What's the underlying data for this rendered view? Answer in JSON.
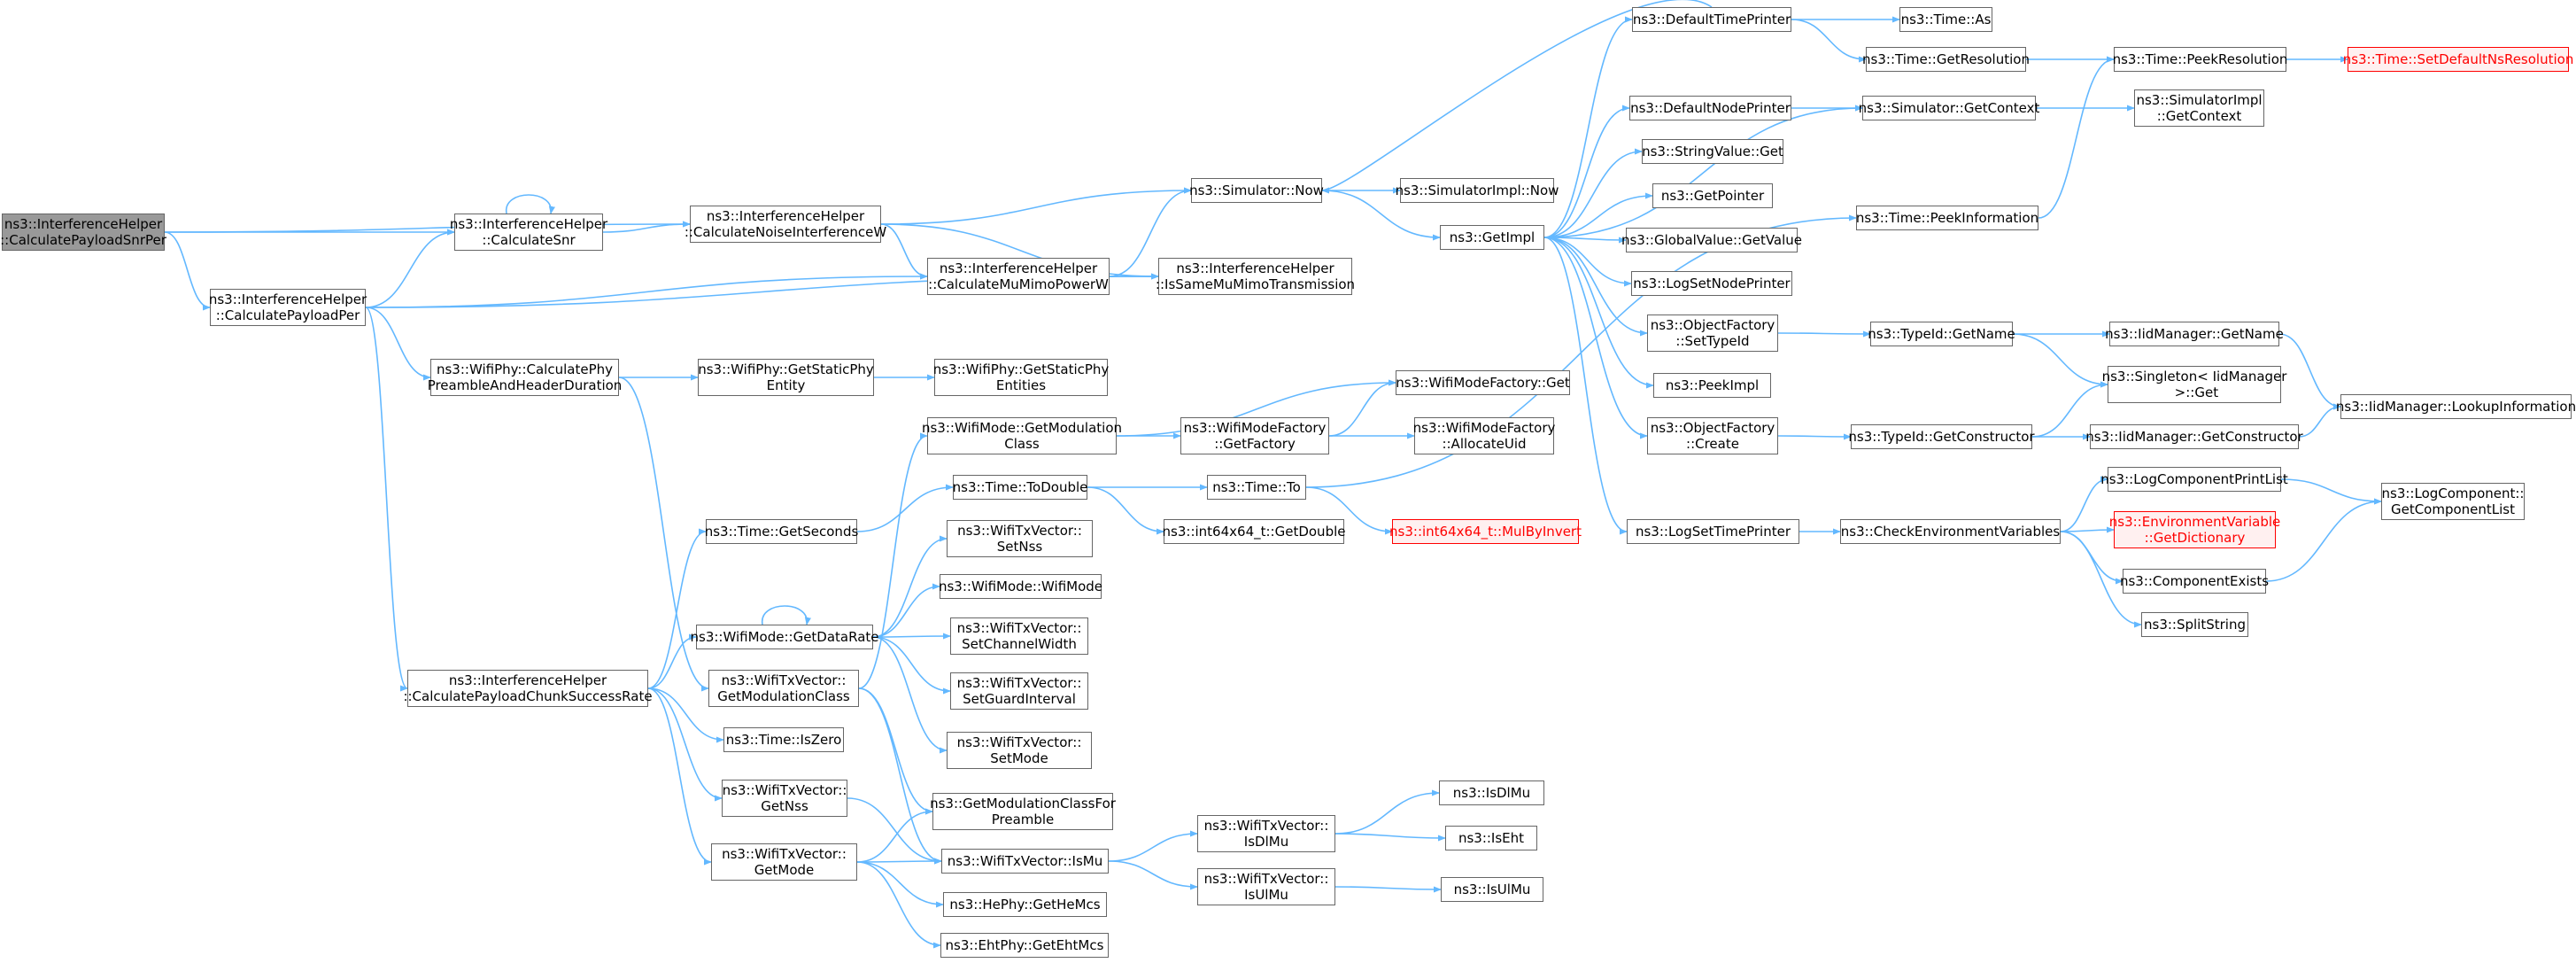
{
  "graph": {
    "colors": {
      "edge": "#63b8ff",
      "node_border": "#666666",
      "root_fill": "#999999",
      "truncated_border": "#ff0000",
      "truncated_text": "#ff0000"
    },
    "nodes": [
      {
        "id": "root",
        "label": "ns3::InterferenceHelper\n::CalculatePayloadSnrPer",
        "style": "root"
      },
      {
        "id": "calcPer",
        "label": "ns3::InterferenceHelper\n::CalculatePayloadPer"
      },
      {
        "id": "calcSnr",
        "label": "ns3::InterferenceHelper\n::CalculateSnr"
      },
      {
        "id": "calcNoise",
        "label": "ns3::InterferenceHelper\n::CalculateNoiseInterferenceW"
      },
      {
        "id": "calcMuMimo",
        "label": "ns3::InterferenceHelper\n::CalculateMuMimoPowerW"
      },
      {
        "id": "isSameMuMimo",
        "label": "ns3::InterferenceHelper\n::IsSameMuMimoTransmission"
      },
      {
        "id": "simNow",
        "label": "ns3::Simulator::Now"
      },
      {
        "id": "simImplNow",
        "label": "ns3::SimulatorImpl::Now"
      },
      {
        "id": "getImpl",
        "label": "ns3::GetImpl"
      },
      {
        "id": "defTimePrinter",
        "label": "ns3::DefaultTimePrinter"
      },
      {
        "id": "timeAs",
        "label": "ns3::Time::As"
      },
      {
        "id": "timeGetRes",
        "label": "ns3::Time::GetResolution"
      },
      {
        "id": "timePeekRes",
        "label": "ns3::Time::PeekResolution"
      },
      {
        "id": "timeSetDef",
        "label": "ns3::Time::SetDefaultNsResolution",
        "style": "red"
      },
      {
        "id": "defNodePrinter",
        "label": "ns3::DefaultNodePrinter"
      },
      {
        "id": "simGetContext",
        "label": "ns3::Simulator::GetContext"
      },
      {
        "id": "simImplGetContext",
        "label": "ns3::SimulatorImpl\n::GetContext"
      },
      {
        "id": "stringValueGet",
        "label": "ns3::StringValue::Get"
      },
      {
        "id": "getPointer",
        "label": "ns3::GetPointer"
      },
      {
        "id": "globalValueGet",
        "label": "ns3::GlobalValue::GetValue"
      },
      {
        "id": "logSetNodePrinter",
        "label": "ns3::LogSetNodePrinter"
      },
      {
        "id": "timePeekInfo",
        "label": "ns3::Time::PeekInformation"
      },
      {
        "id": "objFactSetTypeId",
        "label": "ns3::ObjectFactory\n::SetTypeId"
      },
      {
        "id": "typeIdGetName",
        "label": "ns3::TypeId::GetName"
      },
      {
        "id": "iidGetName",
        "label": "ns3::IidManager::GetName"
      },
      {
        "id": "singletonGet",
        "label": "ns3::Singleton< IidManager\n >::Get"
      },
      {
        "id": "iidLookup",
        "label": "ns3::IidManager::LookupInformation"
      },
      {
        "id": "peekImpl",
        "label": "ns3::PeekImpl"
      },
      {
        "id": "objFactCreate",
        "label": "ns3::ObjectFactory\n::Create"
      },
      {
        "id": "typeIdGetCtor",
        "label": "ns3::TypeId::GetConstructor"
      },
      {
        "id": "iidGetCtor",
        "label": "ns3::IidManager::GetConstructor"
      },
      {
        "id": "logSetTimePrinter",
        "label": "ns3::LogSetTimePrinter"
      },
      {
        "id": "checkEnvVars",
        "label": "ns3::CheckEnvironmentVariables"
      },
      {
        "id": "logCompPrintList",
        "label": "ns3::LogComponentPrintList"
      },
      {
        "id": "logCompGetList",
        "label": "ns3::LogComponent::\nGetComponentList"
      },
      {
        "id": "envVarGetDict",
        "label": "ns3::EnvironmentVariable\n::GetDictionary",
        "style": "red"
      },
      {
        "id": "compExists",
        "label": "ns3::ComponentExists"
      },
      {
        "id": "splitString",
        "label": "ns3::SplitString"
      },
      {
        "id": "calcPreamble",
        "label": "ns3::WifiPhy::CalculatePhy\nPreambleAndHeaderDuration"
      },
      {
        "id": "getStaticPhyEntity",
        "label": "ns3::WifiPhy::GetStaticPhy\nEntity"
      },
      {
        "id": "getStaticPhyEntities",
        "label": "ns3::WifiPhy::GetStaticPhy\nEntities"
      },
      {
        "id": "modeGetModClass",
        "label": "ns3::WifiMode::GetModulation\nClass"
      },
      {
        "id": "modeFactGetFactory",
        "label": "ns3::WifiModeFactory\n::GetFactory"
      },
      {
        "id": "modeFactGet",
        "label": "ns3::WifiModeFactory::Get"
      },
      {
        "id": "modeFactAlloc",
        "label": "ns3::WifiModeFactory\n::AllocateUid"
      },
      {
        "id": "timeGetSeconds",
        "label": "ns3::Time::GetSeconds"
      },
      {
        "id": "timeToDouble",
        "label": "ns3::Time::ToDouble"
      },
      {
        "id": "timeTo",
        "label": "ns3::Time::To"
      },
      {
        "id": "int64GetDouble",
        "label": "ns3::int64x64_t::GetDouble"
      },
      {
        "id": "int64MulByInvert",
        "label": "ns3::int64x64_t::MulByInvert",
        "style": "red"
      },
      {
        "id": "txSetNss",
        "label": "ns3::WifiTxVector::\nSetNss"
      },
      {
        "id": "modeWifiMode",
        "label": "ns3::WifiMode::WifiMode"
      },
      {
        "id": "modeGetDataRate",
        "label": "ns3::WifiMode::GetDataRate"
      },
      {
        "id": "txSetChWidth",
        "label": "ns3::WifiTxVector::\nSetChannelWidth"
      },
      {
        "id": "txSetGuard",
        "label": "ns3::WifiTxVector::\nSetGuardInterval"
      },
      {
        "id": "txSetMode",
        "label": "ns3::WifiTxVector::\nSetMode"
      },
      {
        "id": "chunkSuccess",
        "label": "ns3::InterferenceHelper\n::CalculatePayloadChunkSuccessRate"
      },
      {
        "id": "txGetModClass",
        "label": "ns3::WifiTxVector::\nGetModulationClass"
      },
      {
        "id": "timeIsZero",
        "label": "ns3::Time::IsZero"
      },
      {
        "id": "txGetNss",
        "label": "ns3::WifiTxVector::\nGetNss"
      },
      {
        "id": "getModClassPreamble",
        "label": "ns3::GetModulationClassFor\nPreamble"
      },
      {
        "id": "txGetMode",
        "label": "ns3::WifiTxVector::\nGetMode"
      },
      {
        "id": "txIsMu",
        "label": "ns3::WifiTxVector::IsMu"
      },
      {
        "id": "txIsDlMu",
        "label": "ns3::WifiTxVector::\nIsDlMu"
      },
      {
        "id": "isDlMu",
        "label": "ns3::IsDlMu"
      },
      {
        "id": "isEht",
        "label": "ns3::IsEht"
      },
      {
        "id": "txIsUlMu",
        "label": "ns3::WifiTxVector::\nIsUlMu"
      },
      {
        "id": "isUlMu",
        "label": "ns3::IsUlMu"
      },
      {
        "id": "hePhyGetHeMcs",
        "label": "ns3::HePhy::GetHeMcs"
      },
      {
        "id": "ehtPhyGetEhtMcs",
        "label": "ns3::EhtPhy::GetEhtMcs"
      }
    ],
    "edges": [
      [
        "root",
        "calcPer"
      ],
      [
        "root",
        "calcSnr"
      ],
      [
        "root",
        "calcNoise"
      ],
      [
        "calcSnr",
        "calcSnr"
      ],
      [
        "calcSnr",
        "calcNoise"
      ],
      [
        "calcNoise",
        "simNow"
      ],
      [
        "calcNoise",
        "calcMuMimo"
      ],
      [
        "calcNoise",
        "isSameMuMimo"
      ],
      [
        "calcMuMimo",
        "simNow"
      ],
      [
        "calcMuMimo",
        "isSameMuMimo"
      ],
      [
        "calcPer",
        "calcSnr"
      ],
      [
        "calcPer",
        "calcMuMimo"
      ],
      [
        "calcPer",
        "isSameMuMimo"
      ],
      [
        "calcPer",
        "calcPreamble"
      ],
      [
        "calcPer",
        "chunkSuccess"
      ],
      [
        "simNow",
        "simImplNow"
      ],
      [
        "simNow",
        "getImpl"
      ],
      [
        "getImpl",
        "defTimePrinter"
      ],
      [
        "getImpl",
        "defNodePrinter"
      ],
      [
        "getImpl",
        "stringValueGet"
      ],
      [
        "getImpl",
        "getPointer"
      ],
      [
        "getImpl",
        "globalValueGet"
      ],
      [
        "getImpl",
        "logSetNodePrinter"
      ],
      [
        "getImpl",
        "objFactSetTypeId"
      ],
      [
        "getImpl",
        "peekImpl"
      ],
      [
        "getImpl",
        "objFactCreate"
      ],
      [
        "getImpl",
        "logSetTimePrinter"
      ],
      [
        "getImpl",
        "simGetContext"
      ],
      [
        "defTimePrinter",
        "timeAs"
      ],
      [
        "defTimePrinter",
        "timeGetRes"
      ],
      [
        "defTimePrinter",
        "simNow"
      ],
      [
        "timeGetRes",
        "timePeekRes"
      ],
      [
        "timePeekRes",
        "timeSetDef"
      ],
      [
        "defNodePrinter",
        "simGetContext"
      ],
      [
        "simGetContext",
        "simImplGetContext"
      ],
      [
        "objFactSetTypeId",
        "typeIdGetName"
      ],
      [
        "typeIdGetName",
        "iidGetName"
      ],
      [
        "typeIdGetName",
        "singletonGet"
      ],
      [
        "iidGetName",
        "iidLookup"
      ],
      [
        "objFactCreate",
        "typeIdGetCtor"
      ],
      [
        "typeIdGetCtor",
        "singletonGet"
      ],
      [
        "typeIdGetCtor",
        "iidGetCtor"
      ],
      [
        "iidGetCtor",
        "iidLookup"
      ],
      [
        "logSetTimePrinter",
        "checkEnvVars"
      ],
      [
        "checkEnvVars",
        "logCompPrintList"
      ],
      [
        "checkEnvVars",
        "envVarGetDict"
      ],
      [
        "checkEnvVars",
        "compExists"
      ],
      [
        "checkEnvVars",
        "splitString"
      ],
      [
        "logCompPrintList",
        "logCompGetList"
      ],
      [
        "compExists",
        "logCompGetList"
      ],
      [
        "timePeekInfo",
        "timePeekRes"
      ],
      [
        "calcPreamble",
        "getStaticPhyEntity"
      ],
      [
        "calcPreamble",
        "txGetModClass"
      ],
      [
        "getStaticPhyEntity",
        "getStaticPhyEntities"
      ],
      [
        "modeGetModClass",
        "modeFactGetFactory"
      ],
      [
        "modeGetModClass",
        "modeFactGet"
      ],
      [
        "modeFactGetFactory",
        "modeFactGet"
      ],
      [
        "modeFactGetFactory",
        "modeFactAlloc"
      ],
      [
        "timeGetSeconds",
        "timeToDouble"
      ],
      [
        "timeToDouble",
        "timeTo"
      ],
      [
        "timeToDouble",
        "int64GetDouble"
      ],
      [
        "timeTo",
        "int64MulByInvert"
      ],
      [
        "timeTo",
        "timePeekInfo"
      ],
      [
        "modeGetDataRate",
        "modeGetDataRate"
      ],
      [
        "modeGetDataRate",
        "txSetNss"
      ],
      [
        "modeGetDataRate",
        "modeWifiMode"
      ],
      [
        "modeGetDataRate",
        "txSetChWidth"
      ],
      [
        "modeGetDataRate",
        "txSetGuard"
      ],
      [
        "modeGetDataRate",
        "txSetMode"
      ],
      [
        "chunkSuccess",
        "timeGetSeconds"
      ],
      [
        "chunkSuccess",
        "modeGetDataRate"
      ],
      [
        "chunkSuccess",
        "timeIsZero"
      ],
      [
        "chunkSuccess",
        "txGetNss"
      ],
      [
        "chunkSuccess",
        "txGetMode"
      ],
      [
        "txGetModClass",
        "modeGetModClass"
      ],
      [
        "txGetModClass",
        "getModClassPreamble"
      ],
      [
        "txGetModClass",
        "txIsMu"
      ],
      [
        "txGetNss",
        "txIsMu"
      ],
      [
        "txGetMode",
        "getModClassPreamble"
      ],
      [
        "txGetMode",
        "txIsMu"
      ],
      [
        "txGetMode",
        "hePhyGetHeMcs"
      ],
      [
        "txGetMode",
        "ehtPhyGetEhtMcs"
      ],
      [
        "txIsMu",
        "txIsDlMu"
      ],
      [
        "txIsMu",
        "txIsUlMu"
      ],
      [
        "txIsDlMu",
        "isDlMu"
      ],
      [
        "txIsDlMu",
        "isEht"
      ],
      [
        "txIsUlMu",
        "isUlMu"
      ]
    ]
  }
}
